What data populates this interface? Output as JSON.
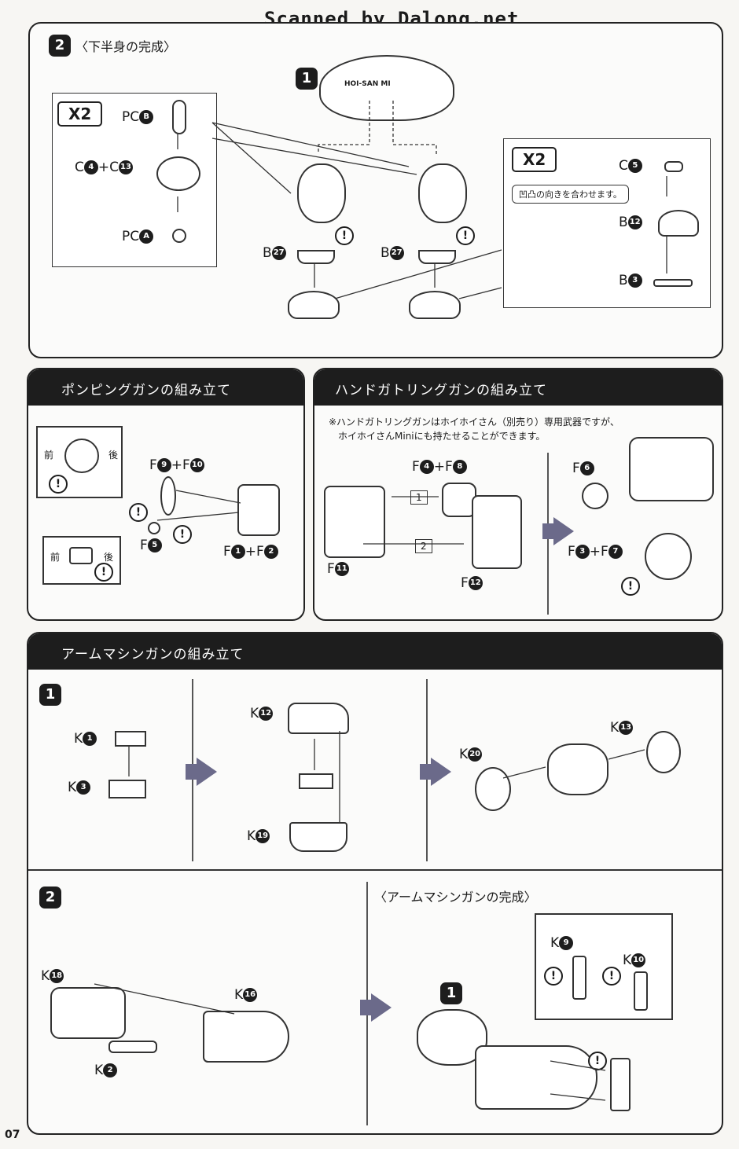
{
  "watermark": "Scanned by Dalong.net",
  "page_number": "07",
  "lower_body": {
    "step": "2",
    "heading": "〈下半身の完成〉",
    "step1_marker": "1",
    "doll_print": "HOI-SAN MI",
    "left_box": {
      "multiplier": "X2",
      "pc_b": "PC",
      "pc_b_num": "B",
      "c_combo_a": "C",
      "c4": "4",
      "plus": "+C",
      "c13": "13",
      "pc_a": "PC",
      "pc_a_num": "A"
    },
    "b27_left": "B",
    "b27_num": "27",
    "b27_right": "B",
    "b27_num2": "27",
    "right_box": {
      "multiplier": "X2",
      "c5": "C",
      "c5_num": "5",
      "note": "凹凸の向きを合わせます。",
      "b12": "B",
      "b12_num": "12",
      "b3": "B",
      "b3_num": "3"
    }
  },
  "pumping_gun": {
    "header": "ポンピングガンの組み立て",
    "front1": "前",
    "back1": "後",
    "front2": "前",
    "back2": "後",
    "f9": "F",
    "f9_num": "9",
    "plus1": "+F",
    "f10_num": "10",
    "f5": "F",
    "f5_num": "5",
    "f1": "F",
    "f1_num": "1",
    "plus2": "+F",
    "f2_num": "2"
  },
  "hand_gatling": {
    "header": "ハンドガトリングガンの組み立て",
    "note1": "※ハンドガトリングガンはホイホイさん（別売り）専用武器ですが、",
    "note2": "ホイホイさんMiniにも持たせることができます。",
    "f4": "F",
    "f4_num": "4",
    "plus1": "+F",
    "f8_num": "8",
    "step_1": "1",
    "step_2": "2",
    "f11": "F",
    "f11_num": "11",
    "f12": "F",
    "f12_num": "12",
    "f6": "F",
    "f6_num": "6",
    "f3": "F",
    "f3_num": "3",
    "plus2": "+F",
    "f7_num": "7"
  },
  "arm_machinegun": {
    "header": "アームマシンガンの組み立て",
    "step1": "1",
    "k1": "K",
    "k1_num": "1",
    "k3": "K",
    "k3_num": "3",
    "k12": "K",
    "k12_num": "12",
    "k19": "K",
    "k19_num": "19",
    "k13": "K",
    "k13_num": "13",
    "k20": "K",
    "k20_num": "20",
    "step2": "2",
    "k18": "K",
    "k18_num": "18",
    "k16": "K",
    "k16_num": "16",
    "k2": "K",
    "k2_num": "2",
    "complete": "〈アームマシンガンの完成〉",
    "step1_marker": "1",
    "k9": "K",
    "k9_num": "9",
    "k10": "K",
    "k10_num": "10"
  },
  "colors": {
    "ink": "#1d1d1d",
    "arrow": "#6b6a8a",
    "paper": "#f7f6f3"
  }
}
